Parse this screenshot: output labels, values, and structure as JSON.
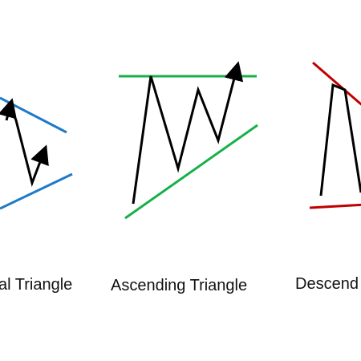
{
  "patterns": [
    {
      "id": "symmetrical",
      "label": "al Triangle",
      "line_color": "#1f7ac9",
      "trend": "converging"
    },
    {
      "id": "ascending",
      "label": "Ascending Triangle",
      "line_color": "#17b04a",
      "trend": "flat-top-rising-bottom"
    },
    {
      "id": "descending",
      "label": "Descend",
      "line_color": "#c00000",
      "trend": "falling-top-flat-bottom"
    }
  ],
  "arrow_color": "#000000"
}
